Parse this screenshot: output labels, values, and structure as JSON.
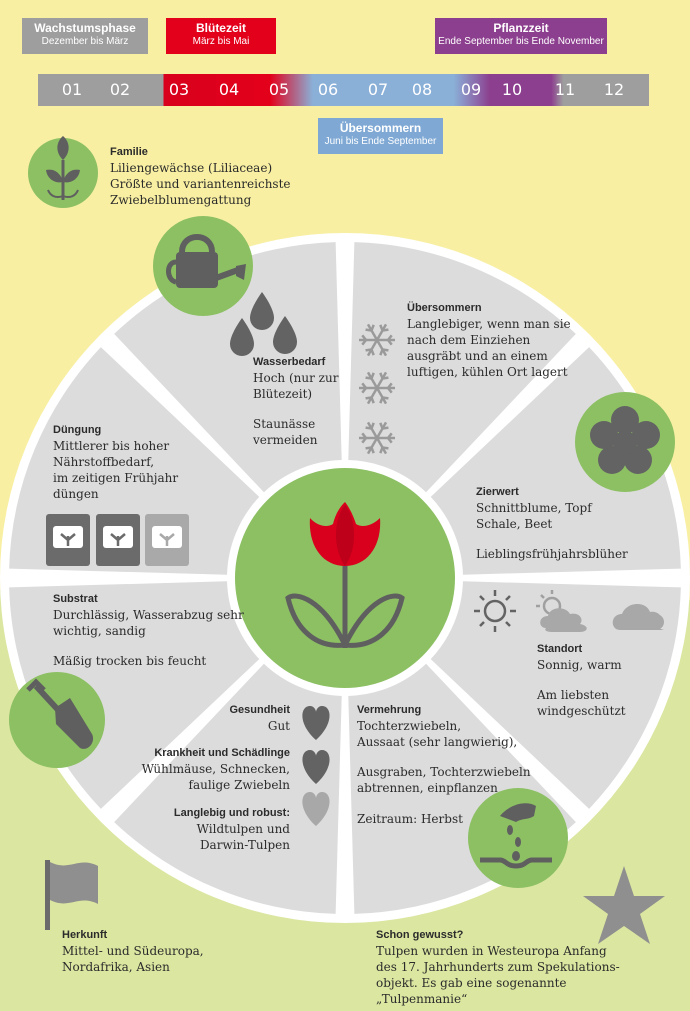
{
  "phases": {
    "wachstum": {
      "title": "Wachstumsphase",
      "sub": "Dezember bis März",
      "color": "#9e9e9e"
    },
    "bluete": {
      "title": "Blütezeit",
      "sub": "März bis Mai",
      "color": "#e3001b"
    },
    "pflanz": {
      "title": "Pflanzzeit",
      "sub": "Ende September bis Ende November",
      "color": "#8c3f8e"
    },
    "uebersommern": {
      "title": "Übersommern",
      "sub": "Juni bis Ende September",
      "color": "#7fa9d4"
    }
  },
  "months": [
    "01",
    "02",
    "03",
    "04",
    "05",
    "06",
    "07",
    "08",
    "09",
    "10",
    "11",
    "12"
  ],
  "familie": {
    "title": "Familie",
    "lines": [
      "Liliengewächse (Liliaceae)",
      "Größte und variantenreichste",
      "Zwiebelblumengattung"
    ]
  },
  "wasser": {
    "title": "Wasserbedarf",
    "lines": [
      "Hoch (nur zur",
      "Blütezeit)"
    ],
    "extra": [
      "Staunässe",
      "vermeiden"
    ]
  },
  "uebersommern_info": {
    "title": "Übersommern",
    "lines": [
      "Langlebiger, wenn man sie",
      "nach dem Einziehen",
      "ausgräbt und an einem",
      "luftigen, kühlen Ort lagert"
    ]
  },
  "duengung": {
    "title": "Düngung",
    "lines": [
      "Mittlerer bis hoher",
      "Nährstoffbedarf,",
      "im zeitigen Frühjahr",
      "düngen"
    ]
  },
  "zierwert": {
    "title": "Zierwert",
    "lines": [
      "Schnittblume, Topf",
      "Schale, Beet"
    ],
    "extra": [
      "Lieblingsfrühjahrsblüher"
    ]
  },
  "substrat": {
    "title": "Substrat",
    "lines": [
      "Durchlässig, Wasserabzug sehr",
      "wichtig, sandig"
    ],
    "extra": [
      "Mäßig trocken bis feucht"
    ]
  },
  "standort": {
    "title": "Standort",
    "lines": [
      "Sonnig, warm"
    ],
    "extra": [
      "Am liebsten",
      "windgeschützt"
    ]
  },
  "gesundheit": {
    "title": "Gesundheit",
    "lines": [
      "Gut"
    ]
  },
  "krankheit": {
    "title": "Krankheit und Schädlinge",
    "lines": [
      "Wühlmäuse, Schnecken,",
      "faulige Zwiebeln"
    ]
  },
  "langlebig": {
    "title": "Langlebig und robust:",
    "lines": [
      "Wildtulpen und",
      "Darwin-Tulpen"
    ]
  },
  "vermehrung": {
    "title": "Vermehrung",
    "lines": [
      "Tochterzwiebeln,",
      "Aussaat (sehr langwierig),"
    ],
    "extra": [
      "Ausgraben, Tochterzwiebeln",
      "abtrennen, einpflanzen"
    ],
    "extra2": [
      "Zeitraum: Herbst"
    ]
  },
  "herkunft": {
    "title": "Herkunft",
    "lines": [
      "Mittel- und Südeuropa,",
      "Nordafrika, Asien"
    ]
  },
  "schon": {
    "title": "Schon gewusst?",
    "lines": [
      "Tulpen wurden in Westeuropa Anfang",
      "des 17. Jahrhunderts zum Spekulations-",
      "objekt. Es gab eine sogenannte",
      "„Tulpenmanie“"
    ]
  },
  "colors": {
    "background": "#f8efa2",
    "green_circle": "#8cc063",
    "segment_gray": "#dcdcdc",
    "icon_gray": "#6b6b6b",
    "tulip_red": "#e3001b"
  },
  "icons": [
    "plant-icon",
    "watering-can-icon",
    "water-drops-icon",
    "snowflake-icon",
    "flower-icon",
    "fertilizer-bag-icon",
    "sun-icon",
    "sun-cloud-icon",
    "cloud-icon",
    "shovel-icon",
    "heart-icon",
    "hand-seeds-icon",
    "flag-icon",
    "star-icon",
    "tulip-icon"
  ]
}
